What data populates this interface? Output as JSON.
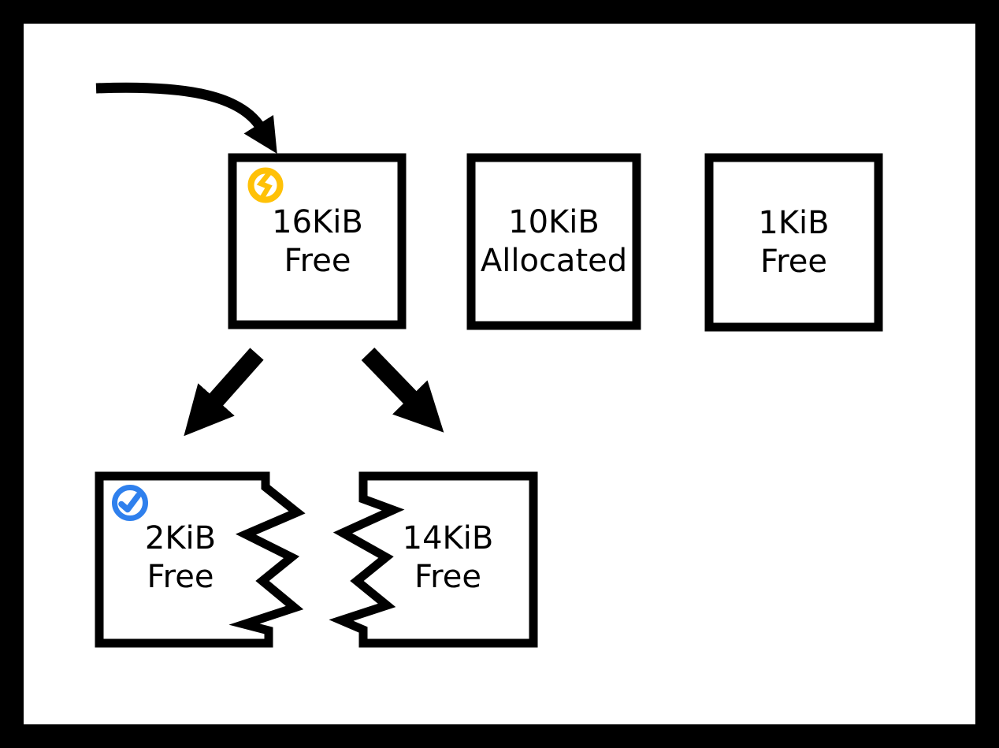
{
  "diagram": {
    "kind": "memory-allocation-split",
    "colors": {
      "background": "#FFFFFF",
      "frame": "#000000",
      "box_border": "#000000",
      "arrow": "#000000",
      "text": "#000000",
      "split_badge": "#FFC107",
      "check_badge": "#2F80ED"
    },
    "icons": {
      "source_badge": "split-circle-icon",
      "result_badge": "check-circle-icon"
    },
    "blocks": {
      "source": {
        "size": "16KiB",
        "state": "Free"
      },
      "allocated": {
        "size": "10KiB",
        "state": "Allocated"
      },
      "small_free": {
        "size": "1KiB",
        "state": "Free"
      },
      "split_left": {
        "size": "2KiB",
        "state": "Free"
      },
      "split_right": {
        "size": "14KiB",
        "state": "Free"
      }
    }
  }
}
